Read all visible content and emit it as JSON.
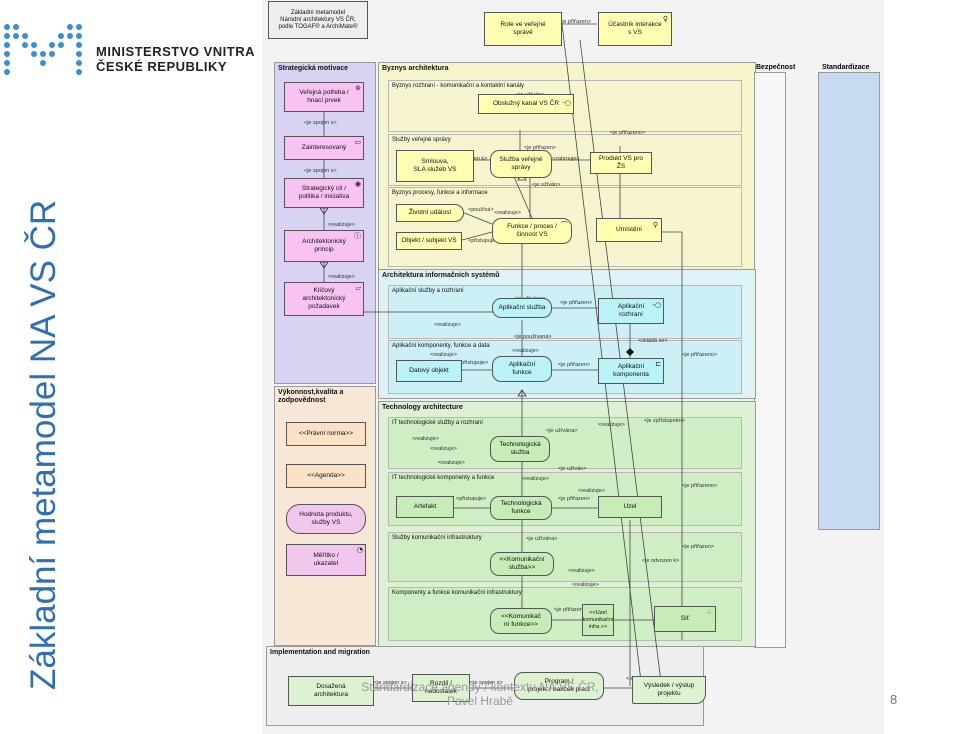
{
  "slide": {
    "title": "Základní metamodel NA VS ČR",
    "page_number": "8",
    "footer": [
      "Standardizace agendy / kontextu NA VS ČR,",
      "Pavel Hrabě"
    ]
  },
  "logo": {
    "name_line1": "MINISTERSTVO VNITRA",
    "name_line2": "ČESKÉ REPUBLIKY"
  },
  "diagram": {
    "note": [
      "Základní metamodel",
      "Národní architektury VS ČR,",
      "podle TOGAF® a ArchiMate®"
    ],
    "lanes": {
      "motivation": "Strategická motivace",
      "business": "Byznys architektura",
      "security": "Bezpečnost",
      "standardization": "Standardizace",
      "is": "Architektura informačních systémů",
      "performance": [
        "Výkonnost,kvalita a",
        "zodpovědnost"
      ],
      "technology": "Technology architecture",
      "implementation": "Implementation and migration"
    },
    "sublanes": {
      "biz_interface": "Byznys rozhraní - komunikační a kontaktní kanály",
      "public_services": "Služby veřejné správy",
      "biz_processes": "Byznys procesy, funkce a informace",
      "app_services": "Aplikační služby a rozhraní",
      "app_components": "Aplikační komponenty, funkce a data",
      "it_services": "IT technologické služby a rozhraní",
      "it_components": "IT technologické komponenty a funkce",
      "comm_services": "Služby komunikační infrastruktury",
      "comm_components": "Komponenty a funkce komunikační infrastruktury"
    },
    "elements": {
      "role": [
        "Role ve veřejné",
        "správě"
      ],
      "participant": [
        "Účastník interakce",
        "s VS"
      ],
      "need": [
        "Veřejná potřeba /",
        "hnací prvek"
      ],
      "stakeholder": "Zainteresovaný",
      "goal": [
        "Strategický cíl /",
        "politika / iniciativa"
      ],
      "principle": [
        "Architektonický",
        "princip"
      ],
      "requirement": [
        "Klíčový",
        "architektonický",
        "požadavek"
      ],
      "channel": "Obslužný kanál VS ČR",
      "contract": [
        "Smlouva,",
        "SLA služeb VS"
      ],
      "public_service": [
        "Služba veřejné",
        "správy"
      ],
      "product": "Produkt VS pro ŽS",
      "life_event": "Životní událost",
      "process": [
        "Funkce / proces /",
        "činnost VS"
      ],
      "business_object": "Objekt / subjekt VS",
      "location": "Umístění",
      "app_service": "Aplikační služba",
      "app_interface": [
        "Aplikační",
        "rozhraní"
      ],
      "data_object": "Datový objekt",
      "app_function": [
        "Aplikační",
        "funkce"
      ],
      "app_component": [
        "Aplikační",
        "komponenta"
      ],
      "legal_norm": "<<Právní norma>>",
      "agenda": "<<Agenda>>",
      "product_value": [
        "Hodnota produktu,",
        "služby VS"
      ],
      "metric": [
        "Měřítko /",
        "ukazatel"
      ],
      "tech_service": [
        "Technologická",
        "služba"
      ],
      "artifact": "Artefakt",
      "tech_function": [
        "Technologická",
        "funkce"
      ],
      "node": "Uzel",
      "comm_service": [
        "<<Komunikační",
        "služba>>"
      ],
      "comm_function": [
        "<<Komunikač",
        "ní funkce>>"
      ],
      "comm_node": [
        "<<Uzel",
        "komunikační",
        "infra.>>"
      ],
      "network": "Síť",
      "target_arch": [
        "Dosažená",
        "architektura"
      ],
      "gap": [
        "Rozdíl /",
        "nedostatek"
      ],
      "program": [
        "Program /",
        "projekt / balíček prací"
      ],
      "deliverable": [
        "Výsledek / výstup",
        "projektu"
      ]
    },
    "relations": {
      "assigned": "<je přiřazen>",
      "assigned_n": "<je přiřazeno>",
      "used": "<je užíván>",
      "used_f": "<je užívána>",
      "linked": "<je spojen s>",
      "realizes": "<realizuje>",
      "contains": "<zahrnuje>",
      "uses": "<používá>",
      "accesses": "<přistupuje>",
      "triggers": "<je zpřístupněn>",
      "used_by": "<je používaná>",
      "composed": "<skládá se>",
      "derived": "<je odvozen k>"
    }
  }
}
